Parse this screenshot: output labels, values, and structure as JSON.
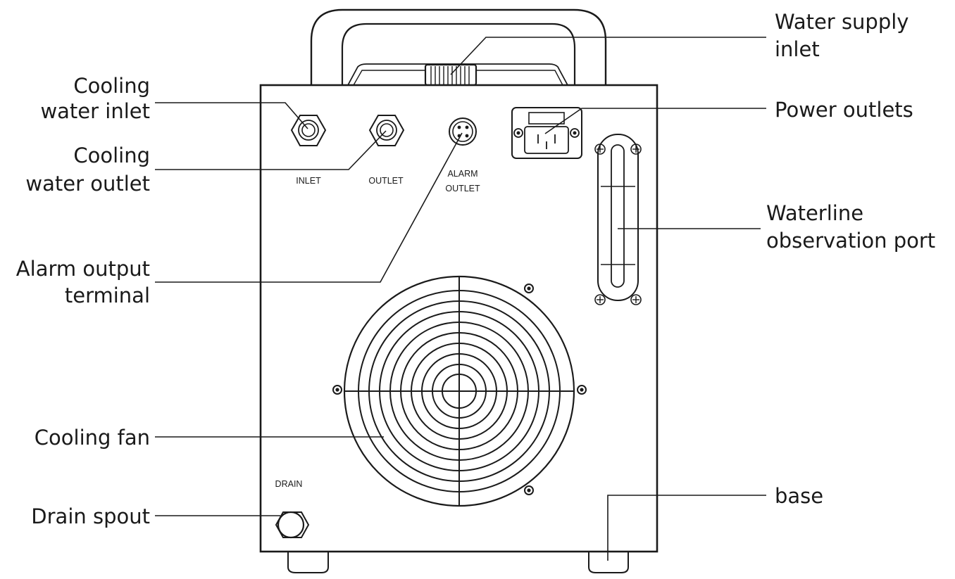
{
  "callouts": {
    "cooling_water_inlet": [
      "Cooling",
      "water inlet"
    ],
    "cooling_water_outlet": [
      "Cooling",
      "water outlet"
    ],
    "alarm_output_terminal": [
      "Alarm output",
      "terminal"
    ],
    "cooling_fan": "Cooling fan",
    "drain_spout": "Drain spout",
    "water_supply_inlet": [
      "Water supply",
      "inlet"
    ],
    "power_outlets": "Power outlets",
    "waterline_observation_port": [
      "Waterline",
      "observation port"
    ],
    "base": "base"
  },
  "panel_labels": {
    "inlet": "INLET",
    "outlet": "OUTLET",
    "alarm_outlet": [
      "ALARM",
      "OUTLET"
    ],
    "drain": "DRAIN"
  }
}
